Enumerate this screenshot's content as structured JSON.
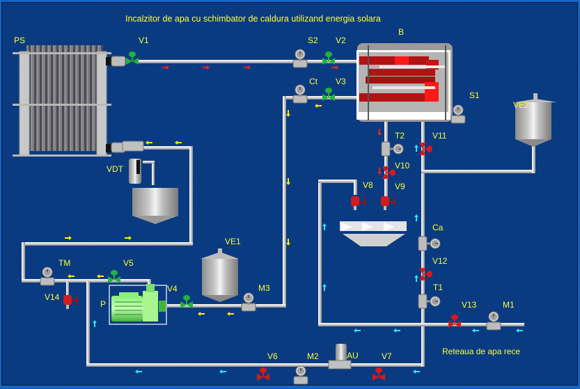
{
  "title": "Incalzitor de apa cu schimbator de caldura utilizand energia solara",
  "caption": "Reteaua de apa rece",
  "colors": {
    "background": "#0a3d86",
    "label": "#ffff33",
    "pipe": "#d9d9d9",
    "valve_open": "#22b33a",
    "valve_closed": "#d41a1a",
    "flow_hot": "#ff2020",
    "flow_circuit": "#ffee00",
    "flow_cold": "#33e5ff"
  },
  "components": {
    "PS": "PS",
    "B": "B",
    "VE1": "VE1",
    "VE2": "VE2",
    "VDT": "VDT",
    "P": "P",
    "AU": "AU"
  },
  "valves": {
    "V1": {
      "label": "V1",
      "state": "open"
    },
    "V2": {
      "label": "V2",
      "state": "open"
    },
    "V3": {
      "label": "V3",
      "state": "open"
    },
    "V4": {
      "label": "V4",
      "state": "open"
    },
    "V5": {
      "label": "V5",
      "state": "open"
    },
    "V6": {
      "label": "V6",
      "state": "closed"
    },
    "V7": {
      "label": "V7",
      "state": "closed"
    },
    "V8": {
      "label": "V8",
      "state": "closed"
    },
    "V9": {
      "label": "V9",
      "state": "closed"
    },
    "V10": {
      "label": "V10",
      "state": "closed"
    },
    "V11": {
      "label": "V11",
      "state": "closed"
    },
    "V12": {
      "label": "V12",
      "state": "closed"
    },
    "V13": {
      "label": "V13",
      "state": "closed"
    },
    "V14": {
      "label": "V14",
      "state": "closed"
    }
  },
  "instruments": {
    "S1": "S1",
    "S2": "S2",
    "Ct": "Ct",
    "Ca": "Ca",
    "T1": "T1",
    "T2": "T2",
    "TM": "TM",
    "M1": "M1",
    "M2": "M2",
    "M3": "M3"
  }
}
